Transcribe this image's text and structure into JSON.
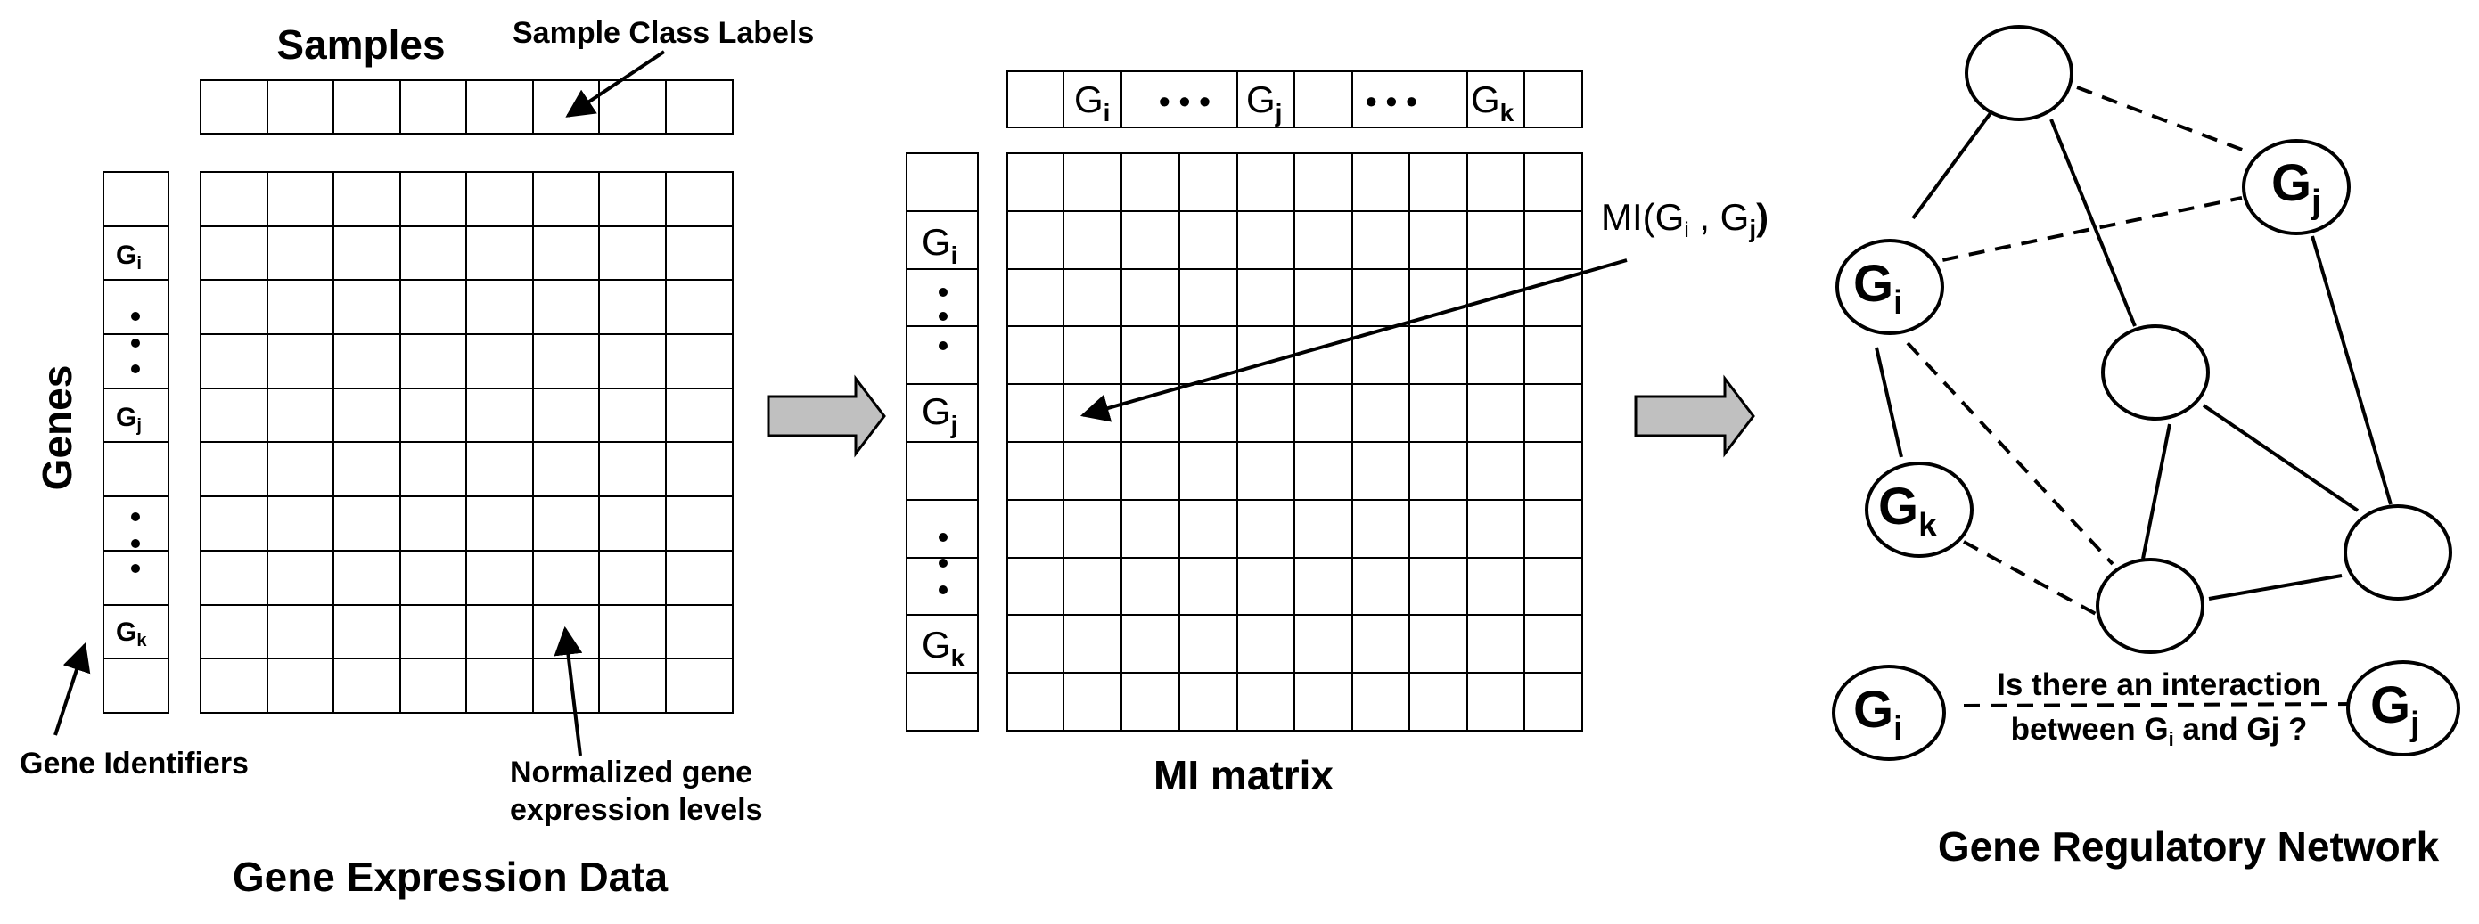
{
  "expression_panel": {
    "samples_label": "Samples",
    "sample_class_labels": "Sample Class Labels",
    "genes_label": "Genes",
    "gene_identifiers": "Gene Identifiers",
    "normalized_line1": "Normalized gene",
    "normalized_line2": "expression levels",
    "caption": "Gene Expression Data",
    "g": "G",
    "sub_i": "i",
    "sub_j": "j",
    "sub_k": "k"
  },
  "mi_panel": {
    "caption": "MI matrix",
    "mi_prefix": "MI(G",
    "mi_sub_i": "i",
    "mi_mid": " , G",
    "mi_sub_j": "j",
    "mi_close": ")",
    "g": "G",
    "sub_i": "i",
    "sub_j": "j",
    "sub_k": "k",
    "ellipsis": "• • •"
  },
  "network_panel": {
    "caption": "Gene Regulatory Network",
    "g": "G",
    "sub_i": "i",
    "sub_j": "j",
    "sub_k": "k",
    "question_line1": "Is there an interaction",
    "question_line2_a": "between G",
    "question_line2_sub": "i",
    "question_line2_b": " and Gj ?"
  },
  "colors": {
    "flow_arrow_fill": "#c0c0c0",
    "ink": "#000000"
  }
}
